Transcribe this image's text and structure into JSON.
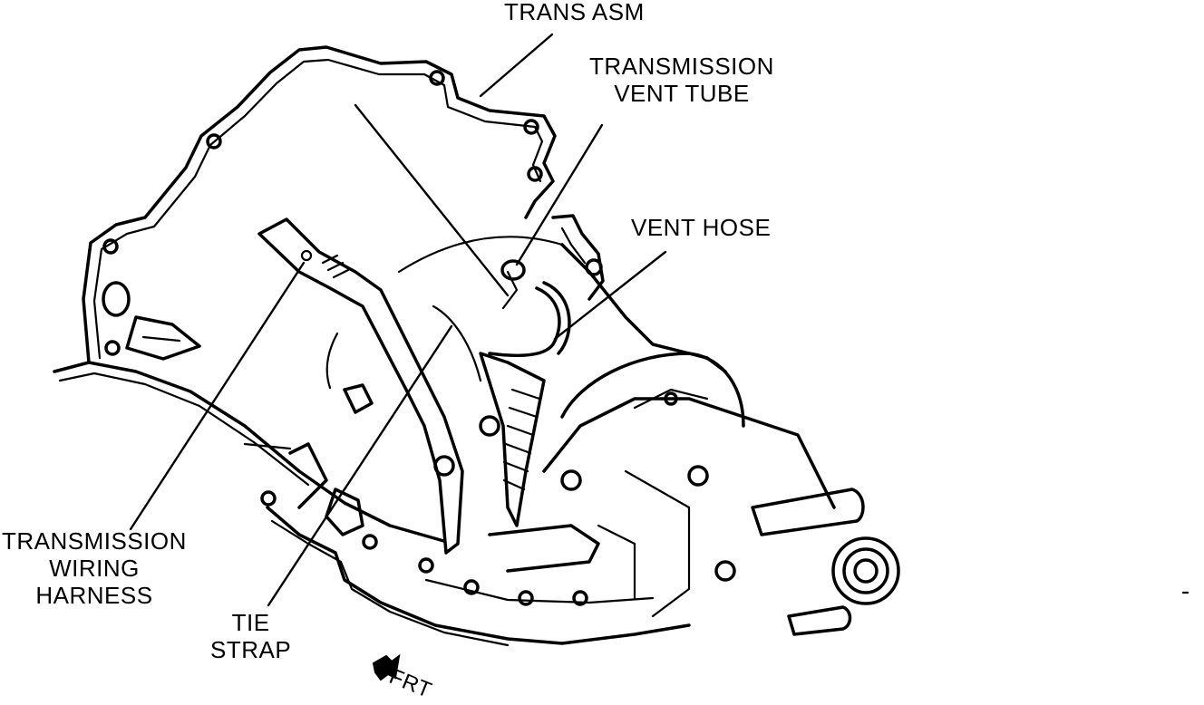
{
  "labels": {
    "trans_asm": "TRANS ASM",
    "vent_tube_line1": "TRANSMISSION",
    "vent_tube_line2": "VENT TUBE",
    "vent_hose": "VENT HOSE",
    "harness_line1": "TRANSMISSION",
    "harness_line2": "WIRING",
    "harness_line3": "HARNESS",
    "tie_strap_line1": "TIE",
    "tie_strap_line2": "STRAP",
    "front": "FRT"
  }
}
